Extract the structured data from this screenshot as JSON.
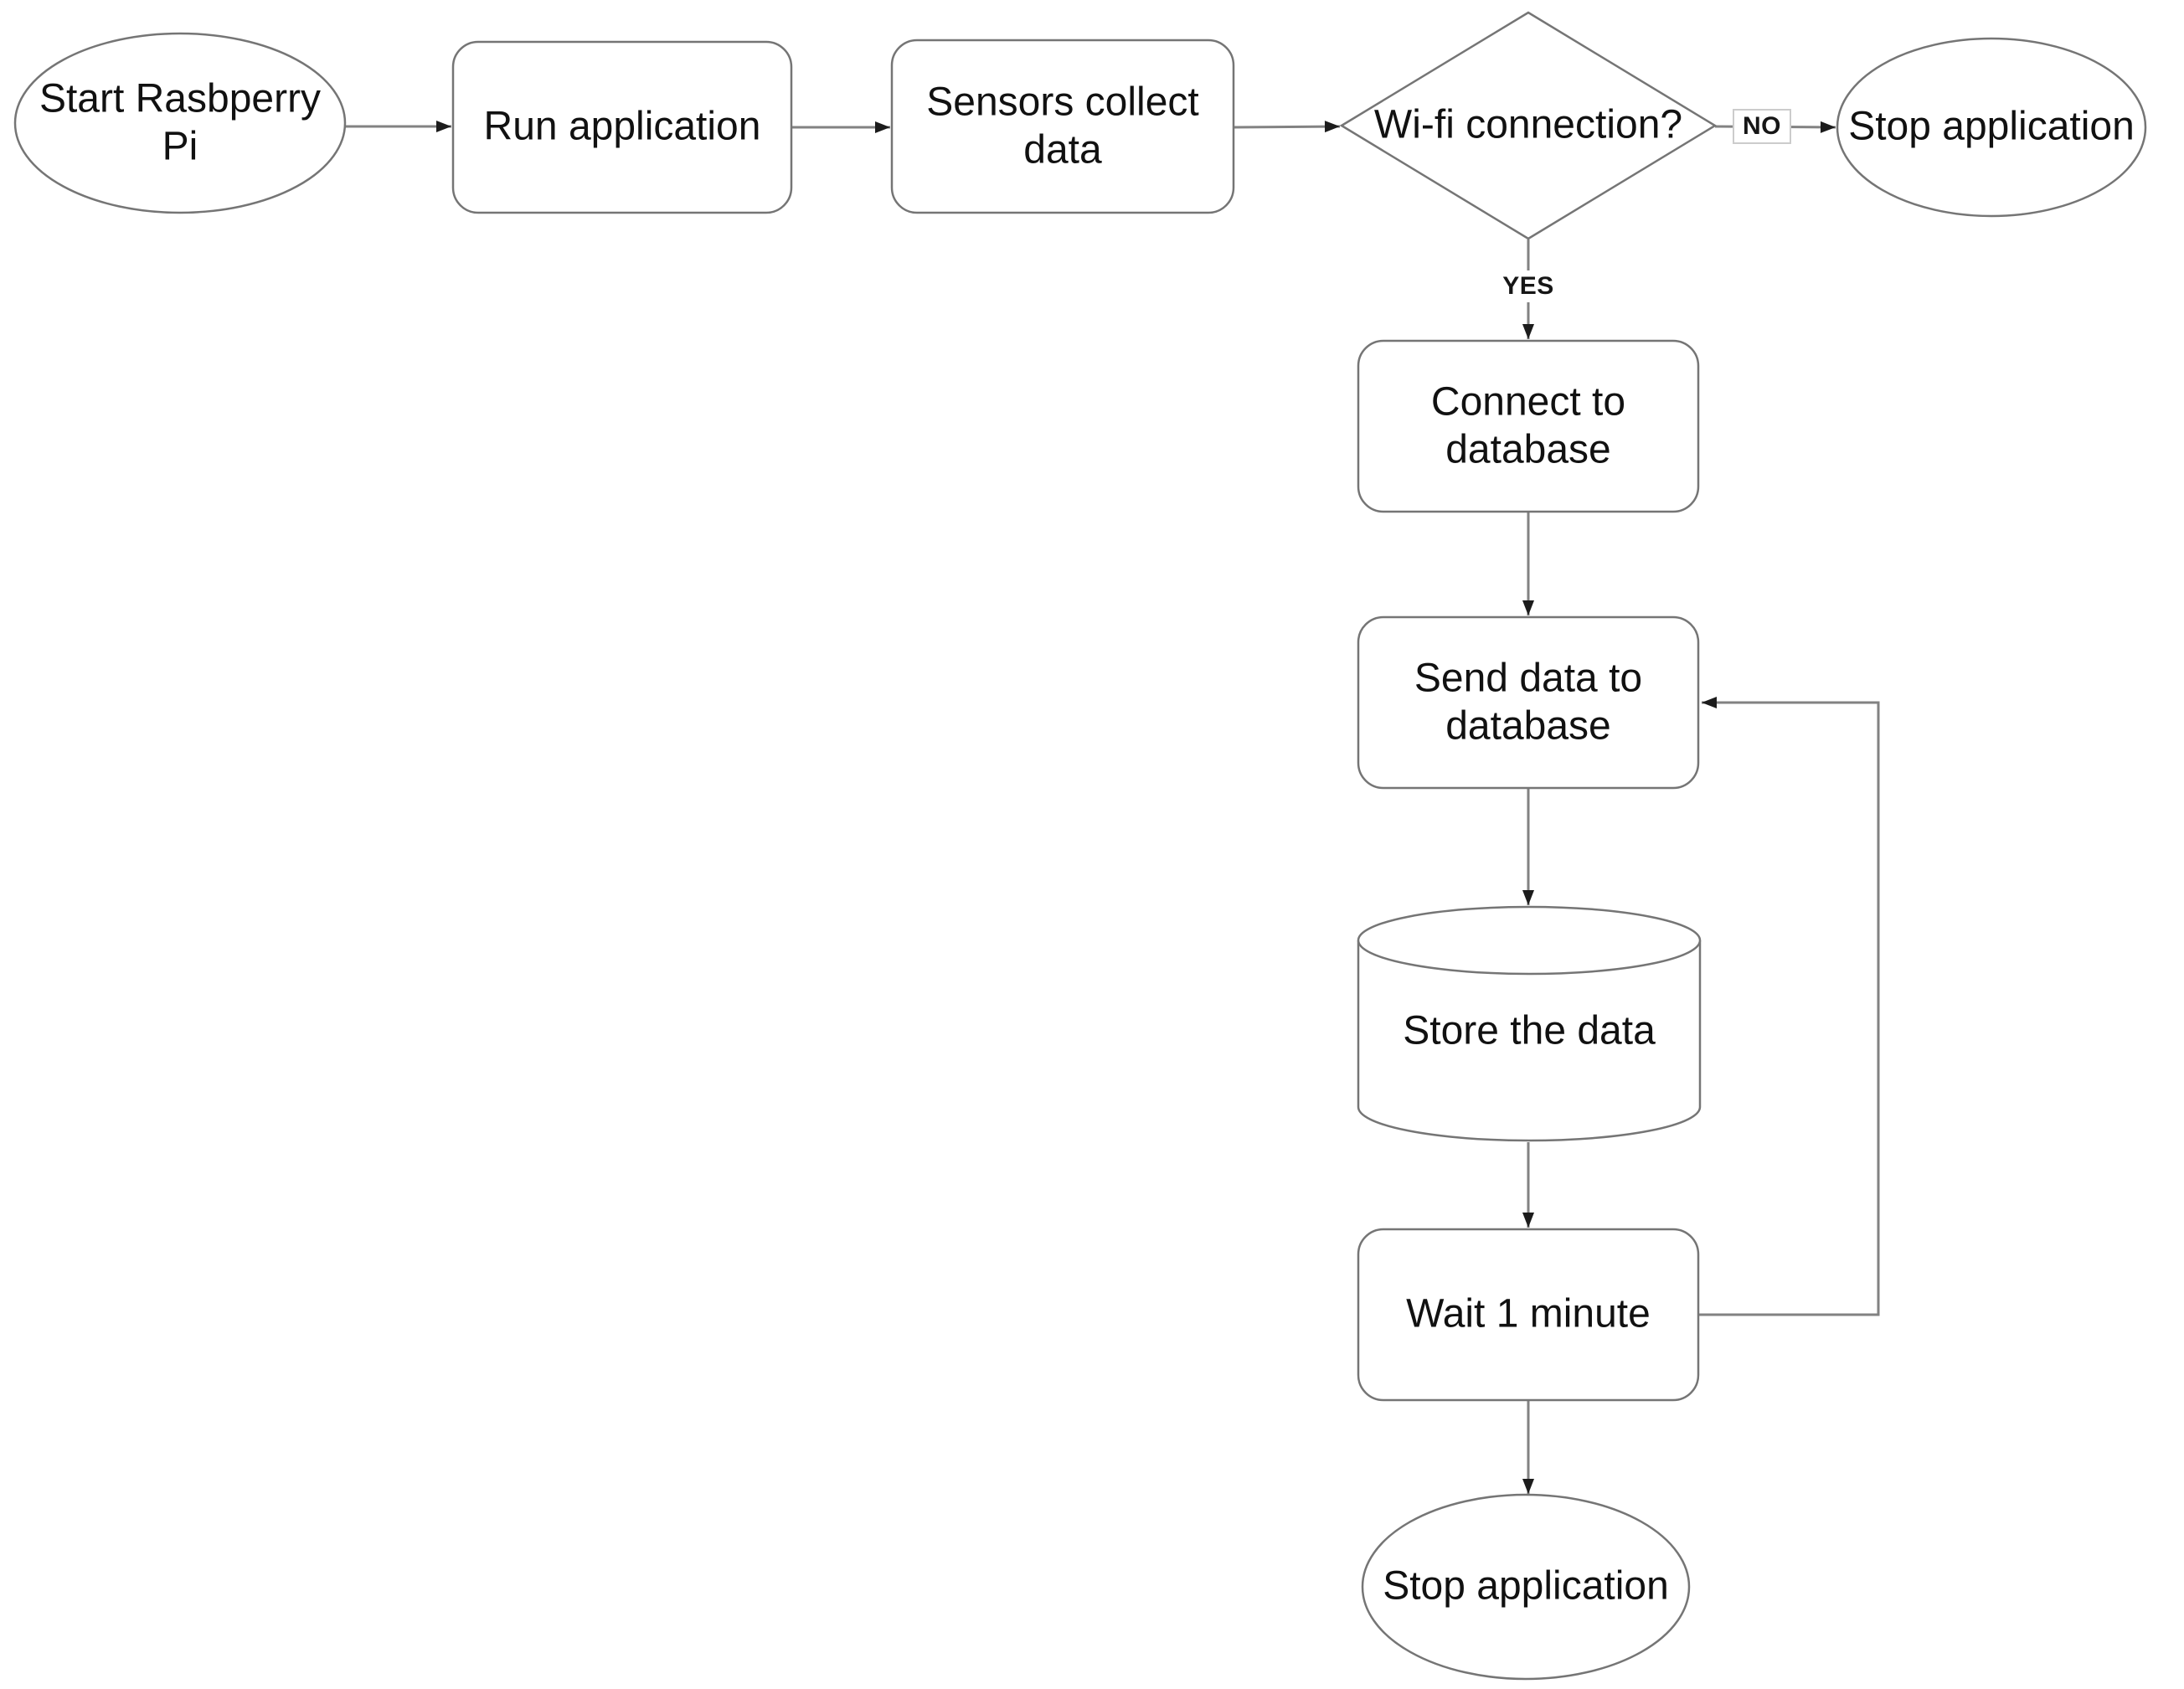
{
  "diagram": {
    "type": "flowchart",
    "background": "#ffffff",
    "colors": {
      "shape_stroke": "#757575",
      "connector": "#828282",
      "arrowhead": "#1c1c1c",
      "text": "#111111",
      "label_badge_border": "#cccccc"
    },
    "nodes": {
      "start": {
        "shape": "ellipse",
        "label": "Start Rasbperry\nPi"
      },
      "run": {
        "shape": "rounded-rect",
        "label": "Run application"
      },
      "sensors": {
        "shape": "rounded-rect",
        "label": "Sensors collect\ndata"
      },
      "wifi": {
        "shape": "diamond",
        "label": "Wi-fi connection?"
      },
      "stop_top": {
        "shape": "ellipse",
        "label": "Stop application"
      },
      "connect": {
        "shape": "rounded-rect",
        "label": "Connect to\ndatabase"
      },
      "send": {
        "shape": "rounded-rect",
        "label": "Send data to\ndatabase"
      },
      "store": {
        "shape": "cylinder",
        "label": "Store the data"
      },
      "wait": {
        "shape": "rounded-rect",
        "label": "Wait 1 minute"
      },
      "stop_bottom": {
        "shape": "ellipse",
        "label": "Stop application"
      }
    },
    "edges": [
      {
        "from": "start",
        "to": "run"
      },
      {
        "from": "run",
        "to": "sensors"
      },
      {
        "from": "sensors",
        "to": "wifi"
      },
      {
        "from": "wifi",
        "to": "stop_top",
        "label": "NO"
      },
      {
        "from": "wifi",
        "to": "connect",
        "label": "YES"
      },
      {
        "from": "connect",
        "to": "send"
      },
      {
        "from": "send",
        "to": "store"
      },
      {
        "from": "store",
        "to": "wait"
      },
      {
        "from": "wait",
        "to": "stop_bottom"
      },
      {
        "from": "wait",
        "to": "send"
      }
    ]
  }
}
